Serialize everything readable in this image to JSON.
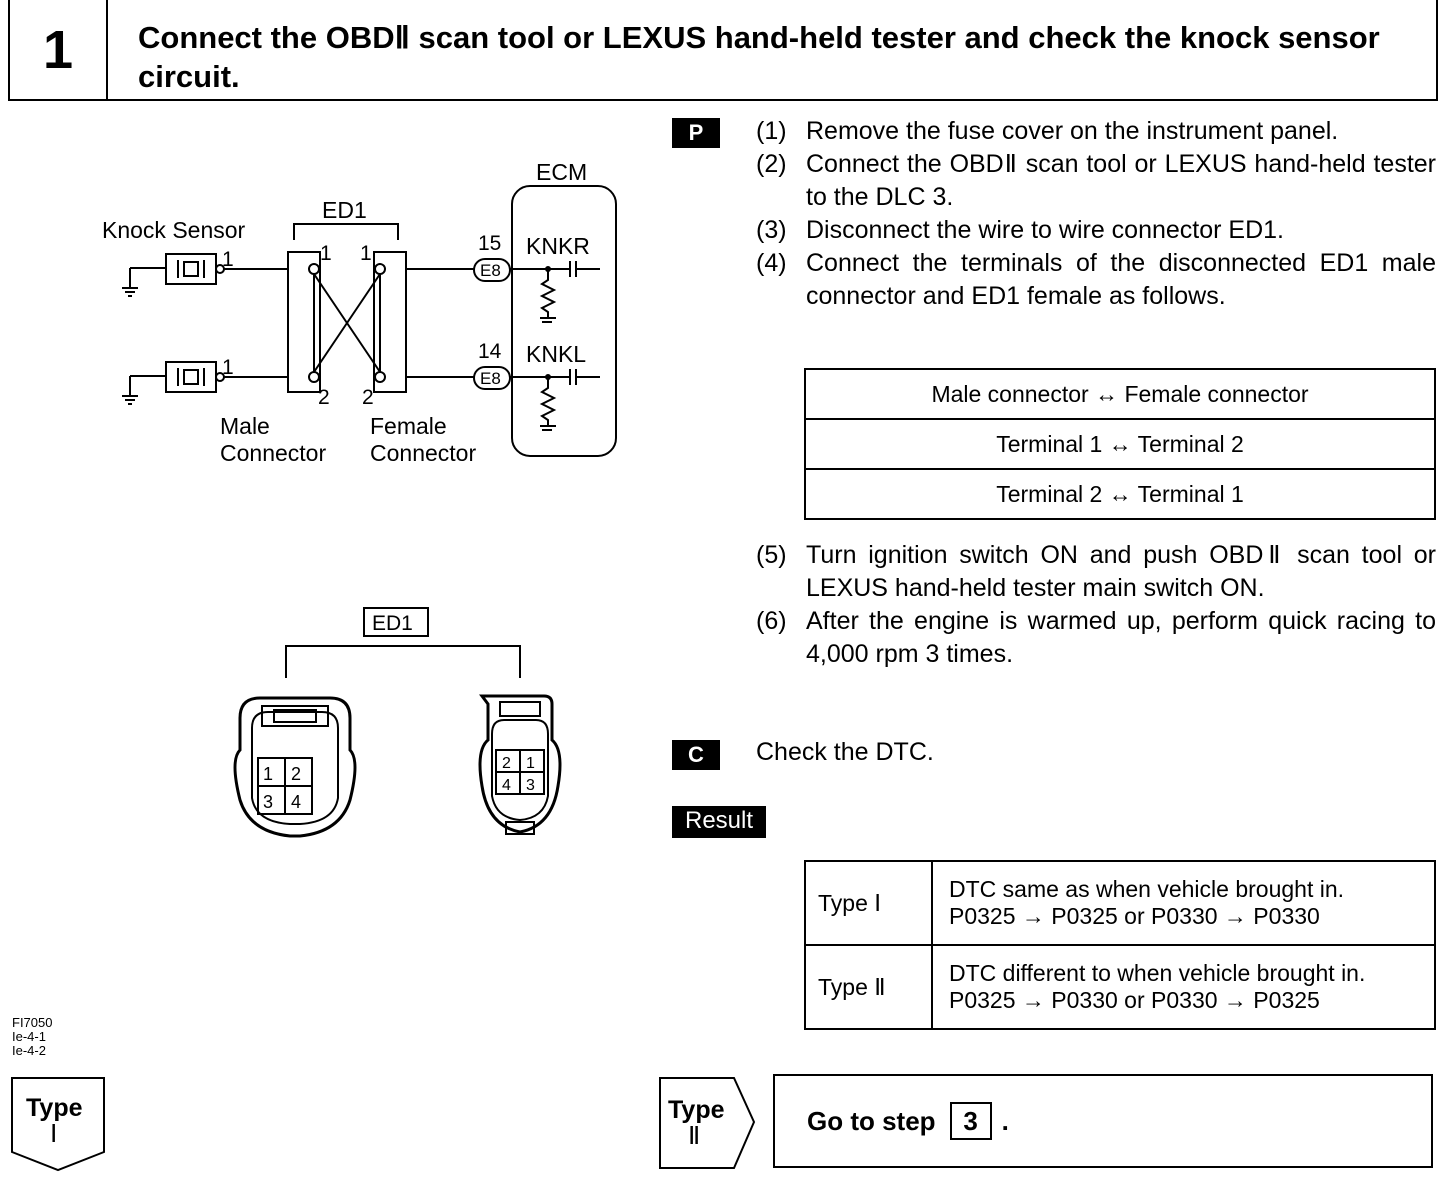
{
  "header": {
    "step_number": "1",
    "title": "Connect the OBDⅡ scan tool or LEXUS hand-held tester and check the knock sensor circuit."
  },
  "diagram": {
    "ecm_label": "ECM",
    "ed1_label": "ED1",
    "knock_sensor_label": "Knock Sensor",
    "pin_1": "1",
    "pin_2": "2",
    "terminal_15": "15",
    "terminal_14": "14",
    "connector_e8": "E8",
    "knkr": "KNKR",
    "knkl": "KNKL",
    "male_connector": [
      "Male",
      "Connector"
    ],
    "female_connector": [
      "Female",
      "Connector"
    ],
    "connector_view_label": "ED1",
    "male_pins": [
      "1",
      "2",
      "3",
      "4"
    ],
    "female_pins": [
      "2",
      "1",
      "4",
      "3"
    ]
  },
  "procedure": {
    "badge": "P",
    "steps": [
      {
        "num": "(1)",
        "text": "Remove the fuse cover on the instrument panel."
      },
      {
        "num": "(2)",
        "text": "Connect the OBDⅡ scan tool or LEXUS hand-held tester to the DLC 3."
      },
      {
        "num": "(3)",
        "text": "Disconnect the wire to wire connector ED1."
      },
      {
        "num": "(4)",
        "text": "Connect the terminals of the disconnected ED1 male connector and ED1 female as follows."
      }
    ],
    "connection_table": [
      "Male connector ↔ Female connector",
      "Terminal 1 ↔ Terminal 2",
      "Terminal 2 ↔ Terminal 1"
    ],
    "steps_after": [
      {
        "num": "(5)",
        "text": "Turn ignition switch ON and push OBDⅡ scan tool or LEXUS hand-held tester main switch ON."
      },
      {
        "num": "(6)",
        "text": "After the engine is warmed up, perform quick racing to 4,000 rpm 3 times."
      }
    ]
  },
  "check": {
    "badge": "C",
    "text": "Check the DTC."
  },
  "result": {
    "badge": "Result",
    "rows": [
      {
        "type": "Type Ⅰ",
        "line1": "DTC same as when vehicle brought in.",
        "line2": "P0325 → P0325 or P0330 → P0330"
      },
      {
        "type": "Type Ⅱ",
        "line1": "DTC different to when vehicle brought in.",
        "line2": "P0325 → P0330 or P0330 → P0325"
      }
    ]
  },
  "figure_codes": [
    "FI7050",
    "Ie-4-1",
    "Ie-4-2"
  ],
  "type1_tag": {
    "word": "Type",
    "numeral": "Ⅰ"
  },
  "type2_tag": {
    "word": "Type",
    "numeral": "Ⅱ"
  },
  "goto": {
    "prefix": "Go to step",
    "step": "3",
    "suffix": "."
  }
}
